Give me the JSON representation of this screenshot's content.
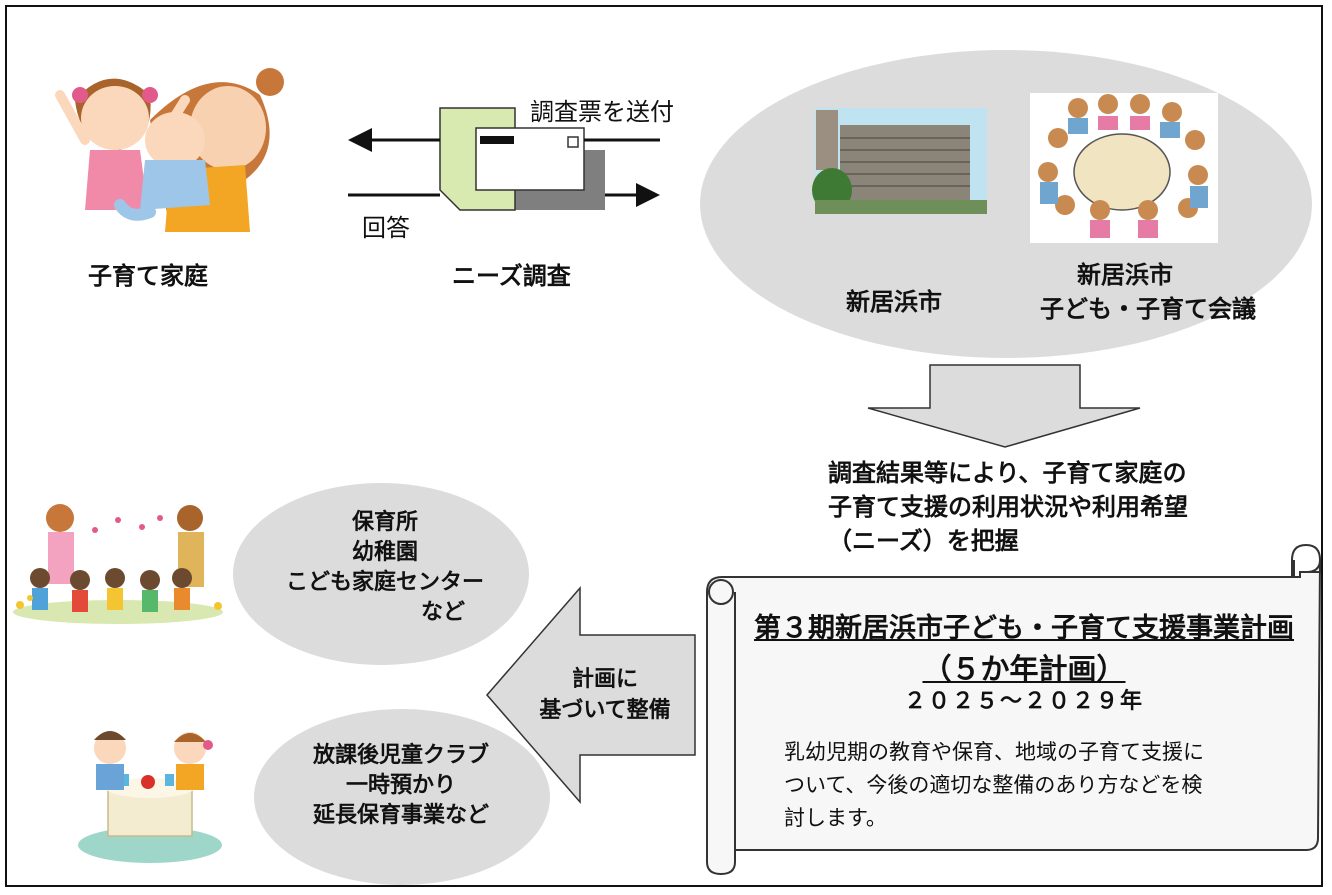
{
  "family": {
    "label": "子育て家庭",
    "icon": "family-illustration-icon"
  },
  "survey": {
    "label": "ニーズ調査",
    "send_label": "調査票を送付",
    "reply_label": "回答",
    "icon": "envelope-icon"
  },
  "city": {
    "city_label": "新居浜市",
    "council_label_1": "新居浜市",
    "council_label_2": "子ども・子育て会議",
    "city_icon": "city-hall-building-icon",
    "council_icon": "meeting-table-icon"
  },
  "result": {
    "line1": "調査結果等により、子育て家庭の",
    "line2": "子育て支援の利用状況や利用希望",
    "line3": "（ニーズ）を把握"
  },
  "plan": {
    "title": "第３期新居浜市子ども・子育て支援事業計画",
    "subtitle": "（５か年計画）",
    "years": "２０２５～２０２９年",
    "desc1": "乳幼児期の教育や保育、地域の子育て支援に",
    "desc2": "ついて、今後の適切な整備のあり方などを検",
    "desc3": "討します。"
  },
  "arrow": {
    "line1": "計画に",
    "line2": "基づいて整備"
  },
  "facility1": {
    "line1": "保育所",
    "line2": "幼稚園",
    "line3": "こども家庭センター",
    "line4": "など",
    "icon": "children-playing-icon"
  },
  "facility2": {
    "line1": "放課後児童クラブ",
    "line2": "一時預かり",
    "line3": "延長保育事業など",
    "icon": "children-at-table-icon"
  },
  "colors": {
    "bubble": "#dcdcdc",
    "envelope_back": "#d9eab0",
    "envelope_shadow": "#7f7f7f",
    "arrow_fill": "#dcdcdc"
  }
}
